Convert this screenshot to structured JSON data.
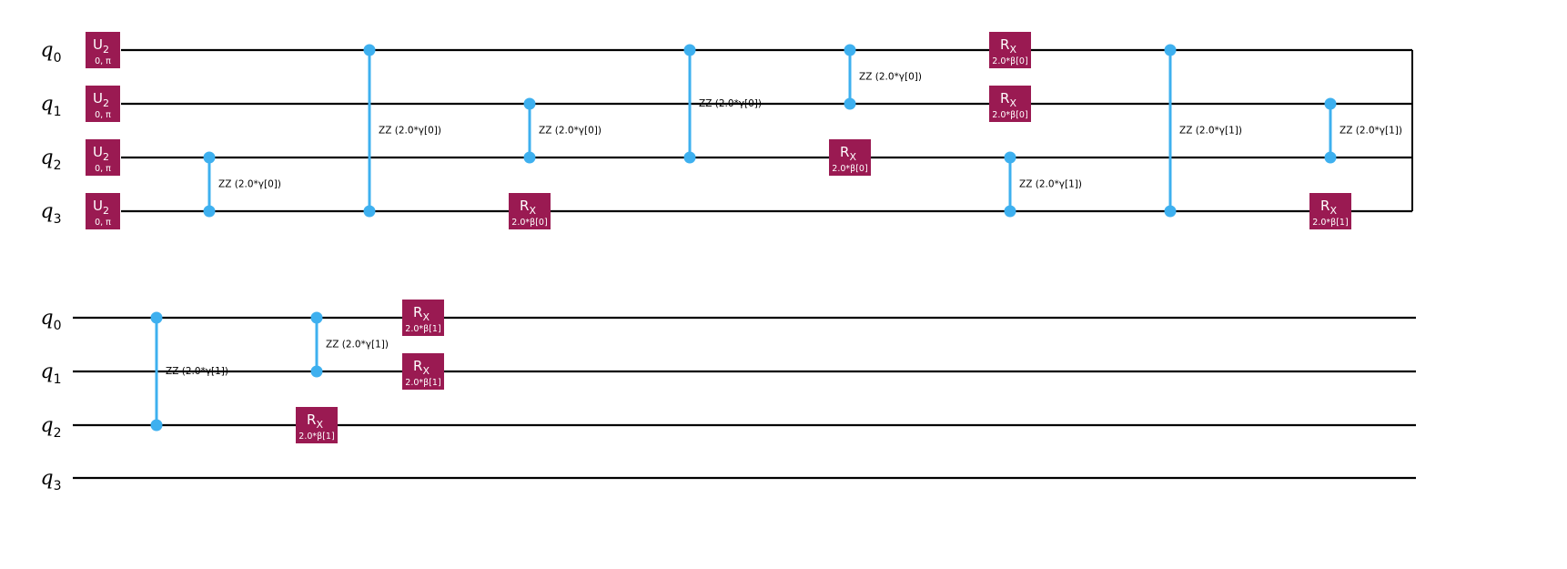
{
  "colors": {
    "wire": "#000000",
    "gate_fill": "#9A1A52",
    "gate_text": "#ffffff",
    "control": "#3EB0EF",
    "label_text": "#000000"
  },
  "rows": [
    {
      "qubits": [
        {
          "name": "q",
          "index": "0"
        },
        {
          "name": "q",
          "index": "1"
        },
        {
          "name": "q",
          "index": "2"
        },
        {
          "name": "q",
          "index": "3"
        }
      ],
      "gates": [
        {
          "kind": "single",
          "qubit": 0,
          "col": 0,
          "name": "U",
          "sub": "2",
          "param": "0, π"
        },
        {
          "kind": "single",
          "qubit": 1,
          "col": 0,
          "name": "U",
          "sub": "2",
          "param": "0, π"
        },
        {
          "kind": "single",
          "qubit": 2,
          "col": 0,
          "name": "U",
          "sub": "2",
          "param": "0, π"
        },
        {
          "kind": "single",
          "qubit": 3,
          "col": 0,
          "name": "U",
          "sub": "2",
          "param": "0, π"
        },
        {
          "kind": "zz",
          "q1": 2,
          "q2": 3,
          "col": 1,
          "label": "ZZ (2.0*γ[0])"
        },
        {
          "kind": "zz",
          "q1": 0,
          "q2": 3,
          "col": 2,
          "label": "ZZ (2.0*γ[0])"
        },
        {
          "kind": "zz",
          "q1": 1,
          "q2": 2,
          "col": 3,
          "label": "ZZ (2.0*γ[0])"
        },
        {
          "kind": "single",
          "qubit": 3,
          "col": 3,
          "name": "R",
          "sub": "X",
          "param": "2.0*β[0]"
        },
        {
          "kind": "zz",
          "q1": 0,
          "q2": 2,
          "col": 4,
          "label": "ZZ (2.0*γ[0])"
        },
        {
          "kind": "zz",
          "q1": 0,
          "q2": 1,
          "col": 5,
          "label": "ZZ (2.0*γ[0])"
        },
        {
          "kind": "single",
          "qubit": 2,
          "col": 5,
          "name": "R",
          "sub": "X",
          "param": "2.0*β[0]"
        },
        {
          "kind": "single",
          "qubit": 0,
          "col": 6,
          "name": "R",
          "sub": "X",
          "param": "2.0*β[0]"
        },
        {
          "kind": "single",
          "qubit": 1,
          "col": 6,
          "name": "R",
          "sub": "X",
          "param": "2.0*β[0]"
        },
        {
          "kind": "zz",
          "q1": 2,
          "q2": 3,
          "col": 6,
          "label": "ZZ (2.0*γ[1])"
        },
        {
          "kind": "zz",
          "q1": 0,
          "q2": 3,
          "col": 7,
          "label": "ZZ (2.0*γ[1])"
        },
        {
          "kind": "zz",
          "q1": 1,
          "q2": 2,
          "col": 8,
          "label": "ZZ (2.0*γ[1])"
        },
        {
          "kind": "single",
          "qubit": 3,
          "col": 8,
          "name": "R",
          "sub": "X",
          "param": "2.0*β[1]"
        }
      ]
    },
    {
      "qubits": [
        {
          "name": "q",
          "index": "0"
        },
        {
          "name": "q",
          "index": "1"
        },
        {
          "name": "q",
          "index": "2"
        },
        {
          "name": "q",
          "index": "3"
        }
      ],
      "gates": [
        {
          "kind": "zz",
          "q1": 0,
          "q2": 2,
          "col": 0,
          "label": "ZZ (2.0*γ[1])"
        },
        {
          "kind": "zz",
          "q1": 0,
          "q2": 1,
          "col": 1,
          "label": "ZZ (2.0*γ[1])"
        },
        {
          "kind": "single",
          "qubit": 2,
          "col": 1,
          "name": "R",
          "sub": "X",
          "param": "2.0*β[1]"
        },
        {
          "kind": "single",
          "qubit": 0,
          "col": 2,
          "name": "R",
          "sub": "X",
          "param": "2.0*β[1]"
        },
        {
          "kind": "single",
          "qubit": 1,
          "col": 2,
          "name": "R",
          "sub": "X",
          "param": "2.0*β[1]"
        }
      ]
    }
  ]
}
